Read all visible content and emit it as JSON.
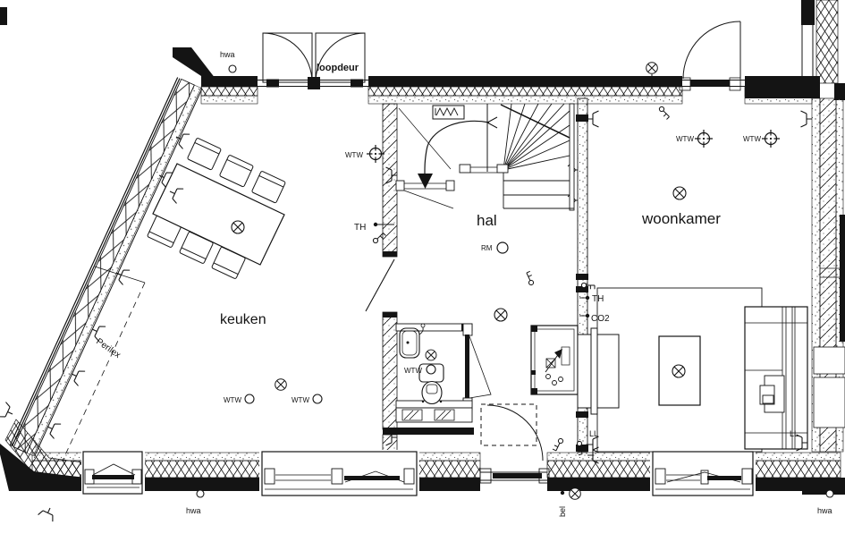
{
  "plan": {
    "title": "floor-plan-ground-floor",
    "rooms": [
      {
        "id": "keuken",
        "label": "keuken"
      },
      {
        "id": "hal",
        "label": "hal"
      },
      {
        "id": "woonkamer",
        "label": "woonkamer"
      }
    ],
    "annotations": {
      "hwa": "hwa",
      "loopdeur": "loopdeur",
      "wtw": "WTW",
      "th": "TH",
      "rm": "RM",
      "co2": "CO2",
      "ll": "LL",
      "perilex": "Perilex",
      "bel": "bel"
    },
    "symbols": {
      "ceiling_light": "circle-with-cross light point",
      "ventilation_valve": "WTW ventilation valve (target circle)",
      "smoke_detector": "RM smoke detector circle",
      "rainwater_drain": "hwa small circle",
      "socket": "double wall socket fork glyph",
      "switch": "switch circle with tail",
      "doorbell": "bel dot",
      "stair_arrow": "curved stair direction arrow"
    },
    "colors": {
      "ink": "#141414",
      "paper": "#ffffff"
    }
  }
}
